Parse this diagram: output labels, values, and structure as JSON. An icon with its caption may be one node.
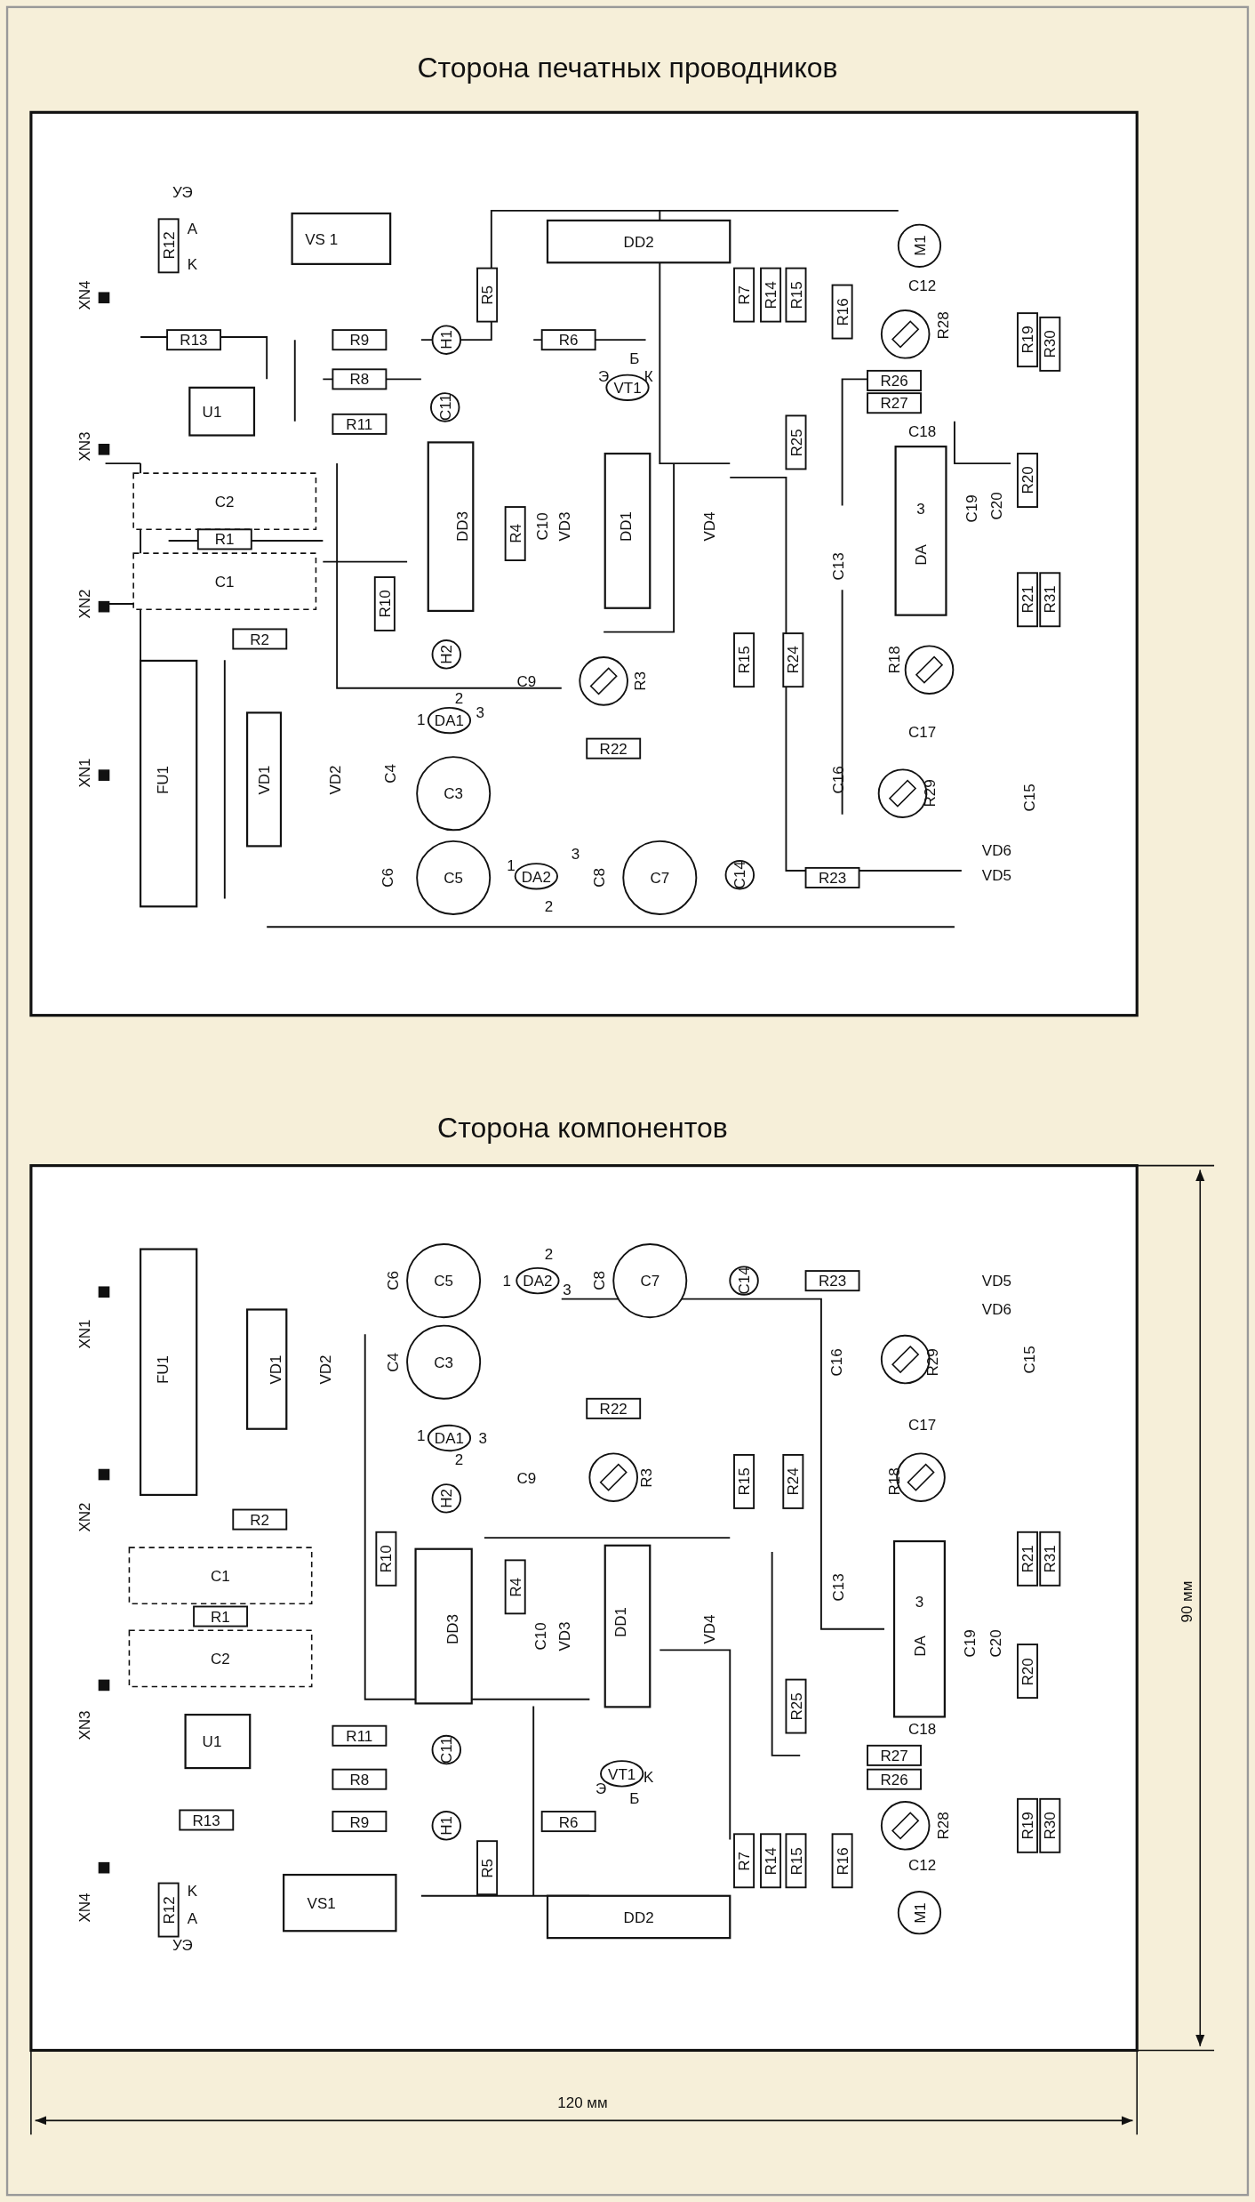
{
  "diagram": {
    "labels": [
      "Сторона печатных проводников",
      "УЭ",
      "A",
      "K",
      "R12",
      "VS 1",
      "XN4",
      "DD2",
      "M1",
      "R5",
      "R7",
      "R14",
      "R15",
      "R16",
      "C12",
      "R28",
      "R19",
      "R30",
      "R13",
      "R9",
      "H1",
      "R6",
      "Б",
      "Э",
      "К",
      "VT1",
      "R26",
      "R27",
      "R8",
      "XN3",
      "U1",
      "R11",
      "C11",
      "C18",
      "R25",
      "R20",
      "C2",
      "DD3",
      "C10",
      "VD3",
      "R4",
      "DD1",
      "VD4",
      "C19",
      "C20",
      "3",
      "DA",
      "R1",
      "XN2",
      "C1",
      "C13",
      "R10",
      "R21",
      "R31",
      "R2",
      "H2",
      "R15",
      "R24",
      "R18",
      "C9",
      "R3",
      "2",
      "1",
      "3",
      "DA1",
      "XN1",
      "FU1",
      "VD1",
      "VD2",
      "C4",
      "C3",
      "R22",
      "C17",
      "C16",
      "R29",
      "C15",
      "VD6",
      "VD5",
      "1",
      "DA2",
      "3",
      "2",
      "C6",
      "C5",
      "C8",
      "C7",
      "C14",
      "R23",
      "Сторона компонентов",
      "XN1",
      "FU1",
      "C6",
      "C5",
      "2",
      "1",
      "DA2",
      "3",
      "C8",
      "C7",
      "C14",
      "R23",
      "VD5",
      "VD6",
      "VD1",
      "VD2",
      "C4",
      "C3",
      "C16",
      "R29",
      "C15",
      "R22",
      "C17",
      "1",
      "DA1",
      "3",
      "2",
      "C9",
      "R3",
      "R15",
      "R24",
      "R18",
      "XN2",
      "R2",
      "H2",
      "R10",
      "R21",
      "R31",
      "C1",
      "C13",
      "R4",
      "C10",
      "VD3",
      "3",
      "DD3",
      "DD1",
      "VD4",
      "DA",
      "C19",
      "C20",
      "R1",
      "C2",
      "R20",
      "R25",
      "C18",
      "XN3",
      "U1",
      "R11",
      "R8",
      "C11",
      "R27",
      "R26",
      "VT1",
      "Э",
      "K",
      "Б",
      "R13",
      "R9",
      "H1",
      "R6",
      "R28",
      "R19",
      "R30",
      "C12",
      "R5",
      "R7",
      "R14",
      "R15",
      "R16",
      "XN4",
      "K",
      "R12",
      "VS1",
      "A",
      "УЭ",
      "DD2",
      "M1",
      "90 мм",
      "120 мм"
    ]
  }
}
